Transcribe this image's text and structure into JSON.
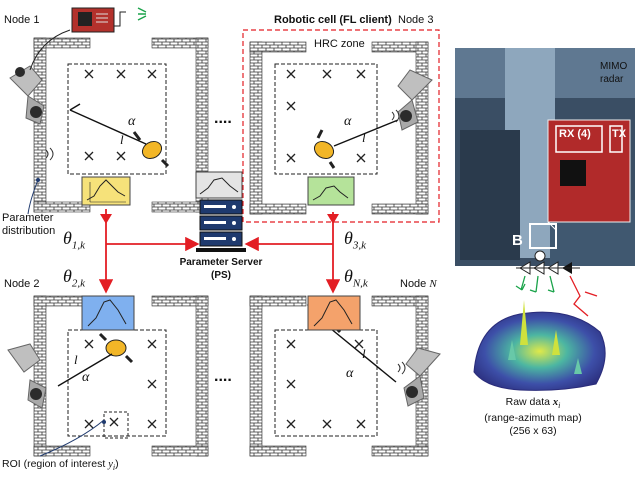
{
  "nodes": {
    "node1": "Node 1",
    "node2": "Node 2",
    "node3": "Node 3",
    "nodeN": "Node",
    "nodeN_var": "N"
  },
  "cell": {
    "robotic_cell_label": "Robotic cell (FL client)",
    "hrc_zone": "HRC zone"
  },
  "parameter_distribution": [
    "Parameter",
    "distribution"
  ],
  "server": {
    "title": "Parameter Server",
    "abbr": "(PS)"
  },
  "params": {
    "theta1": {
      "sym": "θ",
      "sub": "1,k"
    },
    "theta2": {
      "sym": "θ",
      "sub": "2,k"
    },
    "theta3": {
      "sym": "θ",
      "sub": "3,k"
    },
    "thetaN": {
      "sym": "θ",
      "sub": "N,k"
    }
  },
  "geometry_symbols": {
    "angle": "α",
    "distance": "l"
  },
  "ellipsis": "....",
  "radar": {
    "mimo": [
      "MIMO",
      "radar"
    ],
    "rx": "RX (4)",
    "tx": "TX",
    "marker": "B"
  },
  "raw_data": {
    "line1_text": "Raw data ",
    "line1_var": "x",
    "line1_sub": "i",
    "line2": "(range-azimuth map)",
    "line3": "(256 x 63)"
  },
  "roi": {
    "text": "ROI (region of interest ",
    "var": "y",
    "sub": "i",
    "close": ")"
  },
  "colors": {
    "arrow": "#e31e24",
    "node1_panel": "#f6e27a",
    "node2_panel": "#7fb0ef",
    "node3_panel": "#b5e39a",
    "nodeN_panel": "#f4a26b",
    "ps_panel": "#e4e4e4",
    "hrc_border": "#e31e24",
    "ps_accent": "#1f3a6e"
  }
}
